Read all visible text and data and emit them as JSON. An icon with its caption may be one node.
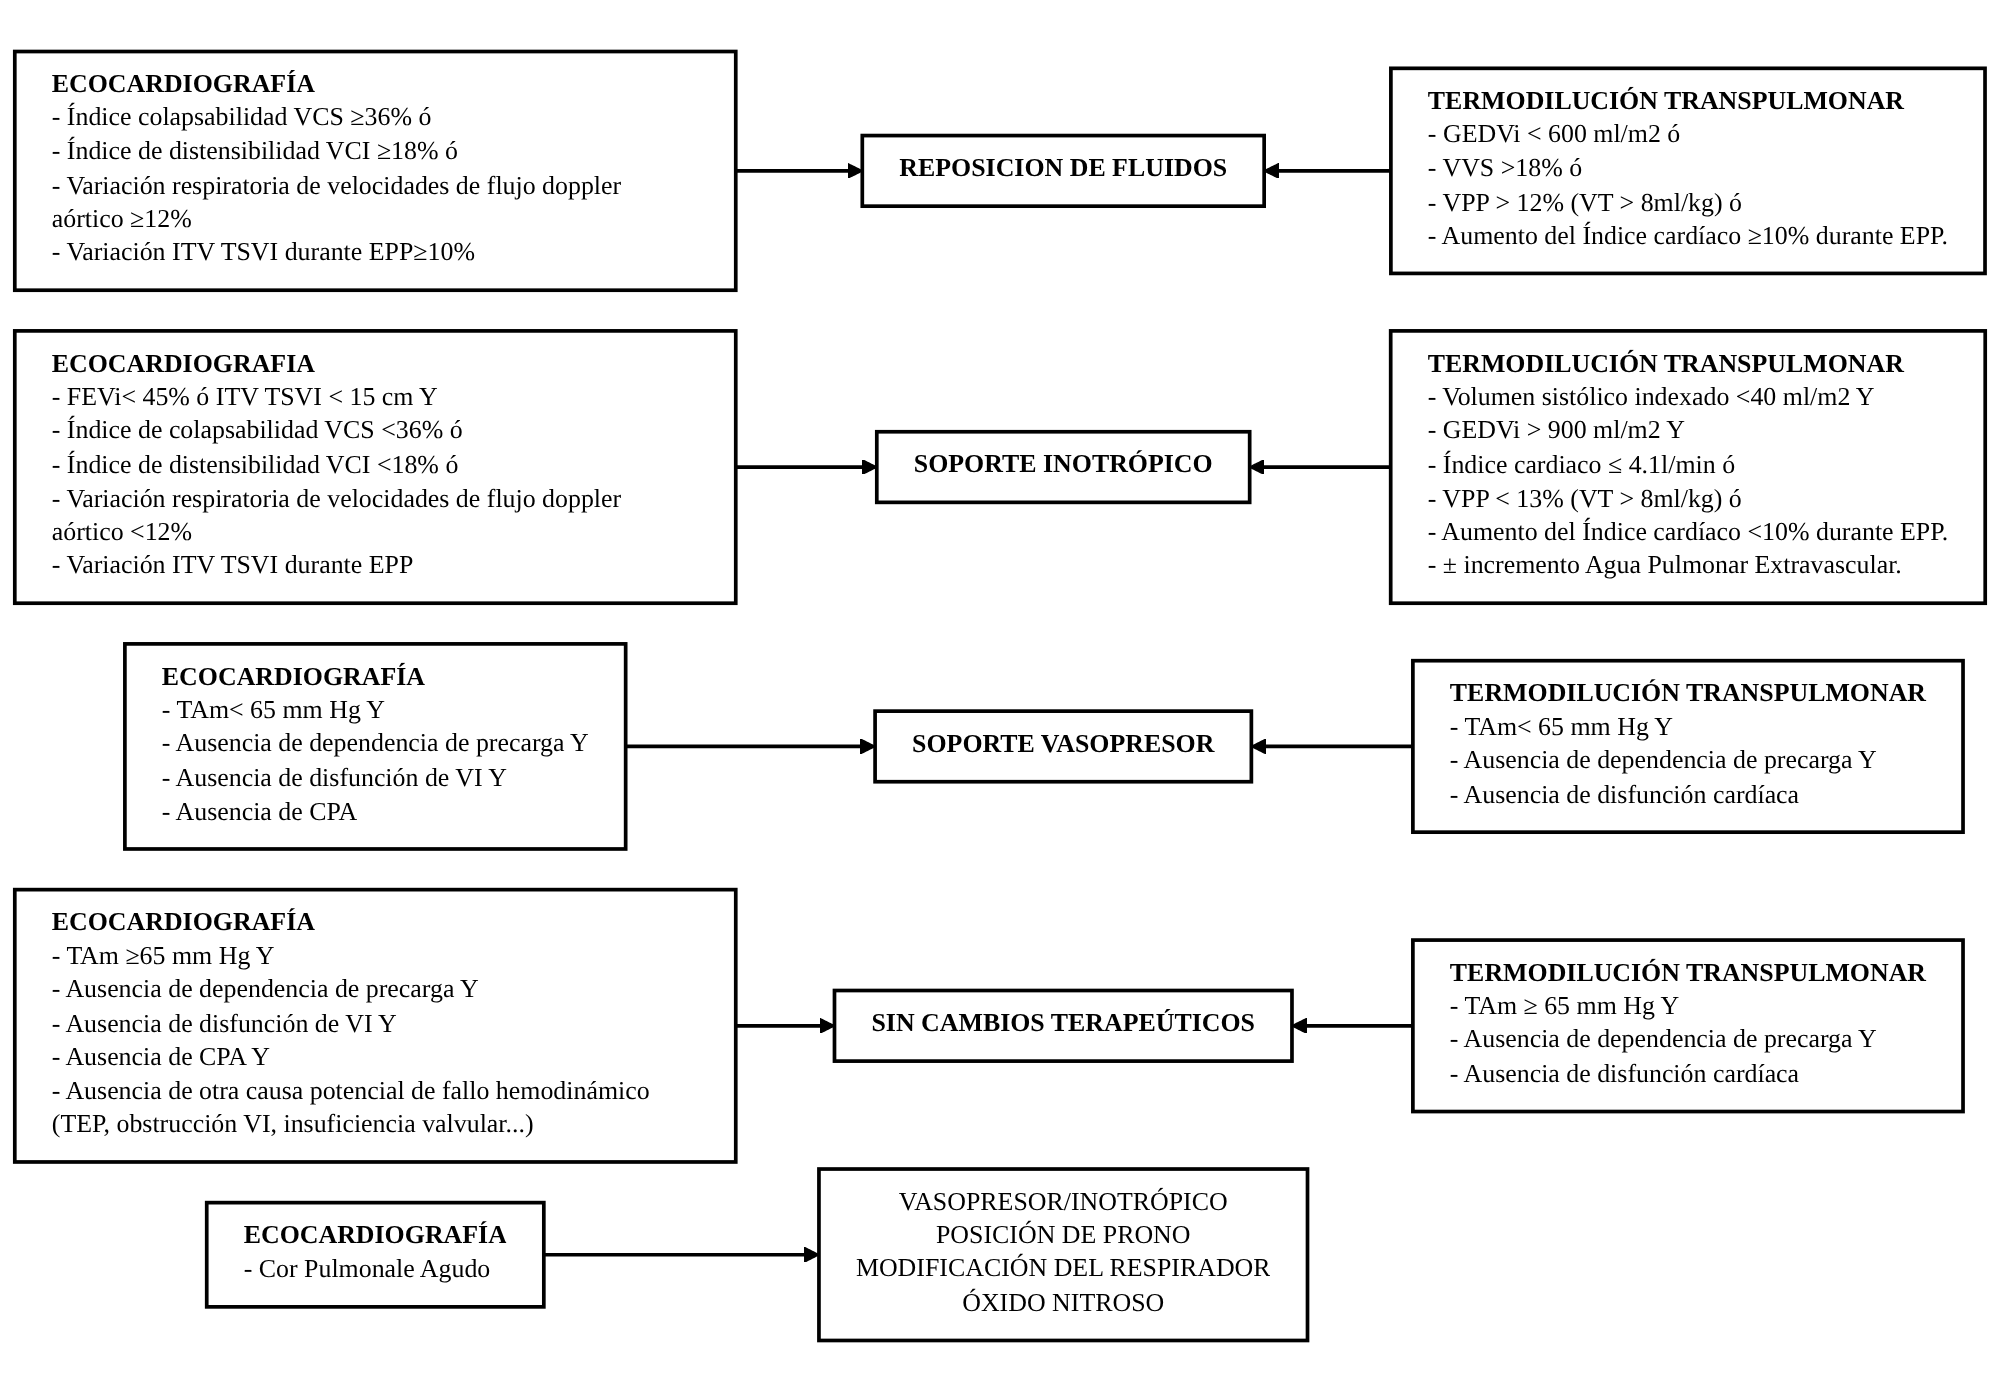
{
  "diagram": {
    "nodes": [
      {
        "text": [
          "ECOCARDIOGRAFÍA",
          "- Índice colapsabilidad VCS ≥36% ó",
          "- Índice de distensibilidad VCI ≥18% ó",
          "- Variación respiratoria de velocidades de flujo doppler aórtico ≥12%",
          "- Variación ITV TSVI durante EPP≥10%"
        ]
      },
      {
        "text": [
          "REPOSICION DE FLUIDOS"
        ]
      },
      {
        "text": [
          "TERMODILUCIÓN TRANSPULMONAR",
          "- GEDVi < 600 ml/m2 ó",
          "- VVS >18% ó",
          "- VPP > 12% (VT > 8ml/kg) ó",
          "- Aumento del Índice cardíaco ≥10% durante EPP."
        ]
      },
      {
        "text": [
          "ECOCARDIOGRAFIA",
          "- FEVi< 45% ó ITV TSVI < 15 cm Y",
          "- Índice de colapsabilidad VCS <36% ó",
          "- Índice de distensibilidad VCI <18% ó",
          "- Variación respiratoria de velocidades de flujo doppler aórtico <12%",
          "- Variación ITV TSVI durante EPP"
        ]
      },
      {
        "text": [
          "SOPORTE INOTRÓPICO"
        ]
      },
      {
        "text": [
          "TERMODILUCIÓN TRANSPULMONAR",
          "- Volumen sistólico indexado <40 ml/m2 Y",
          "- GEDVi > 900 ml/m2 Y",
          "- Índice cardiaco ≤ 4.1l/min ó",
          "- VPP < 13% (VT > 8ml/kg) ó",
          "- Aumento del Índice cardíaco <10% durante EPP.",
          "- ± incremento Agua Pulmonar Extravascular."
        ]
      },
      {
        "text": [
          "ECOCARDIOGRAFÍA",
          "- TAm< 65 mm Hg Y",
          "- Ausencia de dependencia de precarga Y",
          "- Ausencia de disfunción de VI Y",
          "- Ausencia de CPA"
        ]
      },
      {
        "text": [
          "SOPORTE VASOPRESOR"
        ]
      },
      {
        "text": [
          "TERMODILUCIÓN TRANSPULMONAR",
          "- TAm< 65 mm Hg Y",
          "- Ausencia de dependencia de precarga Y",
          "- Ausencia de disfunción cardíaca"
        ]
      },
      {
        "text": [
          "ECOCARDIOGRAFÍA",
          "- TAm ≥65 mm Hg Y",
          "- Ausencia de dependencia de precarga Y",
          "- Ausencia de disfunción de VI Y",
          "- Ausencia de CPA Y",
          "- Ausencia de otra causa potencial de fallo hemodinámico (TEP, obstrucción VI, insuficiencia valvular...)"
        ]
      },
      {
        "text": [
          "SIN CAMBIOS TERAPEÚTICOS"
        ]
      },
      {
        "text": [
          "TERMODILUCIÓN TRANSPULMONAR",
          "- TAm ≥ 65 mm Hg Y",
          "- Ausencia de dependencia de precarga Y",
          "- Ausencia de disfunción cardíaca"
        ]
      },
      {
        "text": [
          "ECOCARDIOGRAFÍA",
          "- Cor Pulmonale Agudo"
        ]
      },
      {
        "text": [
          "VASOPRESOR/INOTRÓPICO",
          "POSICIÓN DE PRONO",
          "MODIFICACIÓN DEL RESPIRADOR",
          "ÓXIDO NITROSO"
        ]
      }
    ],
    "edges": [
      {
        "from": 0,
        "to": 1,
        "arrow": "to"
      },
      {
        "from": 2,
        "to": 1,
        "arrow": "to"
      },
      {
        "from": 3,
        "to": 4,
        "arrow": "to"
      },
      {
        "from": 5,
        "to": 4,
        "arrow": "to"
      },
      {
        "from": 6,
        "to": 7,
        "arrow": "to"
      },
      {
        "from": 8,
        "to": 7,
        "arrow": "to"
      },
      {
        "from": 9,
        "to": 10,
        "arrow": "to"
      },
      {
        "from": 11,
        "to": 10,
        "arrow": "to"
      },
      {
        "from": 12,
        "to": 13,
        "arrow": "to"
      }
    ]
  }
}
